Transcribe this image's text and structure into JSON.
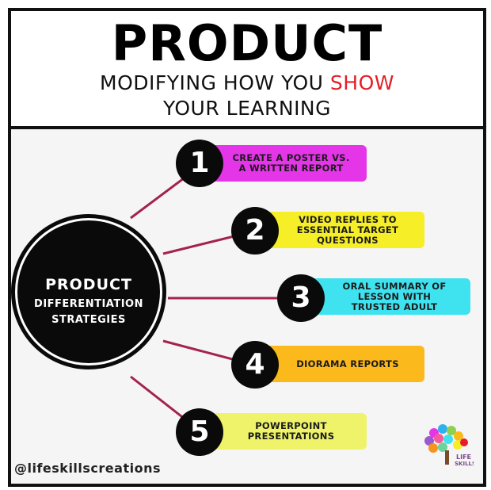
{
  "header": {
    "title": "PRODUCT",
    "subtitle_pre": "MODIFYING HOW YOU ",
    "subtitle_accent": "SHOW",
    "subtitle_line2": "YOUR LEARNING"
  },
  "hub": {
    "title": "PRODUCT",
    "line1": "DIFFERENTIATION",
    "line2": "STRATEGIES"
  },
  "items": [
    {
      "number": "1",
      "line1": "CREATE A POSTER VS.",
      "line2": "A WRITTEN REPORT",
      "line3": "",
      "color": "#e535e8"
    },
    {
      "number": "2",
      "line1": "VIDEO REPLIES TO",
      "line2": "ESSENTIAL TARGET",
      "line3": "QUESTIONS",
      "color": "#f6ee26"
    },
    {
      "number": "3",
      "line1": "ORAL SUMMARY OF",
      "line2": "LESSON WITH",
      "line3": "TRUSTED ADULT",
      "color": "#3fe3f0"
    },
    {
      "number": "4",
      "line1": "DIORAMA REPORTS",
      "line2": "",
      "line3": "",
      "color": "#fbb91c"
    },
    {
      "number": "5",
      "line1": "POWERPOINT",
      "line2": "PRESENTATIONS",
      "line3": "",
      "color": "#eef36a"
    }
  ],
  "connector_color": "#a3234e",
  "footer": {
    "handle": "@lifeskillscreations",
    "logo_text1": "LIFE",
    "logo_text2": "SKILLS"
  }
}
